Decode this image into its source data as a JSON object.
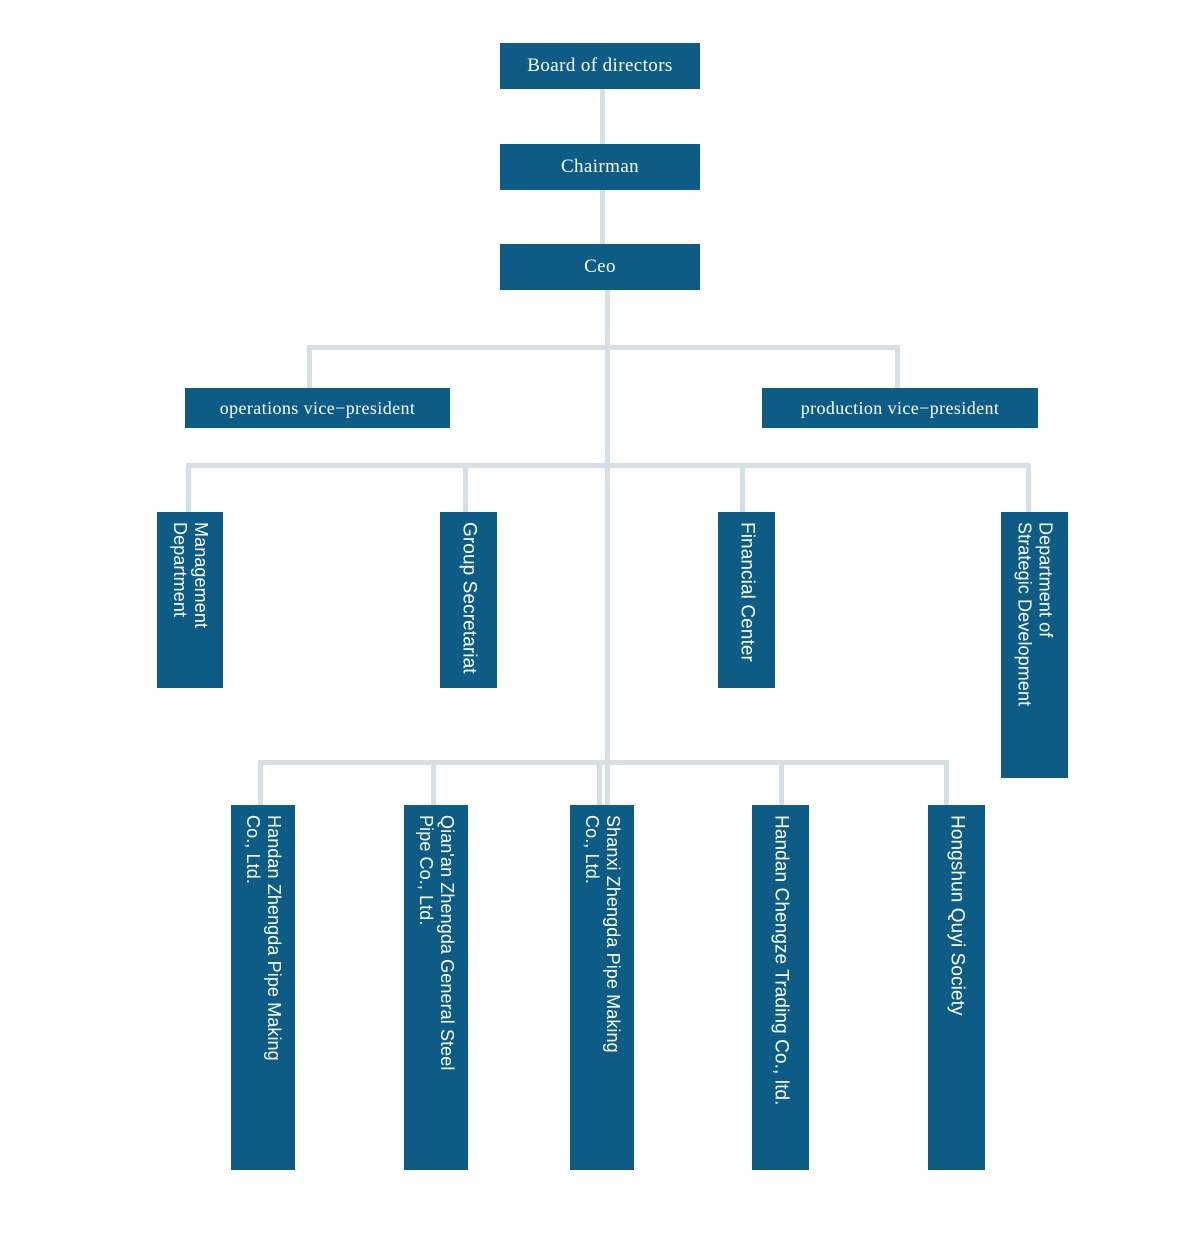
{
  "chart_data": {
    "type": "diagram",
    "title": "Corporate Organizational Structure Chart",
    "diagram_kind": "organization-chart",
    "orientation": "top-down",
    "colors": {
      "node_fill": "#0d5c86",
      "node_text": "#ffffff",
      "connector": "#d6dfe3",
      "background": "#ffffff"
    },
    "levels": [
      {
        "level": 1,
        "nodes": [
          {
            "id": "board",
            "label": "Board of directors",
            "text_orientation": "horizontal"
          }
        ]
      },
      {
        "level": 2,
        "nodes": [
          {
            "id": "chairman",
            "label": "Chairman",
            "text_orientation": "horizontal"
          }
        ]
      },
      {
        "level": 3,
        "nodes": [
          {
            "id": "ceo",
            "label": "Ceo",
            "text_orientation": "horizontal"
          }
        ]
      },
      {
        "level": 4,
        "nodes": [
          {
            "id": "ops_vp",
            "label": "operations vice−president",
            "text_orientation": "horizontal"
          },
          {
            "id": "prod_vp",
            "label": "production vice−president",
            "text_orientation": "horizontal"
          }
        ]
      },
      {
        "level": 5,
        "nodes": [
          {
            "id": "mgmt_dept",
            "label": "Management Department",
            "label_lines": [
              "Management",
              "Department"
            ],
            "text_orientation": "vertical"
          },
          {
            "id": "group_sec",
            "label": "Group Secretariat",
            "label_lines": [
              "Group Secretariat"
            ],
            "text_orientation": "vertical"
          },
          {
            "id": "fin_center",
            "label": "Financial Center",
            "label_lines": [
              "Financial Center"
            ],
            "text_orientation": "vertical"
          },
          {
            "id": "strat_dev",
            "label": "Department of Strategic Development",
            "label_lines": [
              "Department of",
              "Strategic Development"
            ],
            "text_orientation": "vertical"
          }
        ]
      },
      {
        "level": 6,
        "nodes": [
          {
            "id": "sub1",
            "label": "Handan Zhengda Pipe Making Co., Ltd.",
            "label_lines": [
              "Handan Zhengda Pipe Making",
              "Co., Ltd."
            ],
            "text_orientation": "vertical"
          },
          {
            "id": "sub2",
            "label": "Qian'an Zhengda General Steel Pipe Co., Ltd.",
            "label_lines": [
              "Qian'an Zhengda General Steel",
              "Pipe Co., Ltd."
            ],
            "text_orientation": "vertical"
          },
          {
            "id": "sub3",
            "label": "Shanxi Zhengda Pipe Making Co., Ltd.",
            "label_lines": [
              "Shanxi Zhengda Pipe Making",
              "Co., Ltd."
            ],
            "text_orientation": "vertical"
          },
          {
            "id": "sub4",
            "label": "Handan Chengze Trading Co., ltd.",
            "label_lines": [
              "Handan Chengze Trading Co., ltd."
            ],
            "text_orientation": "vertical"
          },
          {
            "id": "sub5",
            "label": "Hongshun Quyi Society",
            "label_lines": [
              "Hongshun Quyi Society"
            ],
            "text_orientation": "vertical"
          }
        ]
      }
    ],
    "edges": [
      {
        "from": "board",
        "to": "chairman"
      },
      {
        "from": "chairman",
        "to": "ceo"
      },
      {
        "from": "ceo",
        "to": "ops_vp"
      },
      {
        "from": "ceo",
        "to": "prod_vp"
      },
      {
        "from": "ceo",
        "to": "mgmt_dept"
      },
      {
        "from": "ceo",
        "to": "group_sec"
      },
      {
        "from": "ceo",
        "to": "fin_center"
      },
      {
        "from": "ceo",
        "to": "strat_dev"
      },
      {
        "from": "ceo",
        "to": "sub1"
      },
      {
        "from": "ceo",
        "to": "sub2"
      },
      {
        "from": "ceo",
        "to": "sub3"
      },
      {
        "from": "ceo",
        "to": "sub4"
      },
      {
        "from": "ceo",
        "to": "sub5"
      }
    ]
  },
  "nodes": {
    "board": "Board of directors",
    "chairman": "Chairman",
    "ceo": "Ceo",
    "ops_vp": "operations vice−president",
    "prod_vp": "production vice−president",
    "mgmt_dept": "Management\nDepartment",
    "group_sec": "Group Secretariat",
    "fin_center": "Financial Center",
    "strat_dev": "Department of\nStrategic Development",
    "sub1": "Handan Zhengda Pipe Making\nCo., Ltd.",
    "sub2": "Qian'an Zhengda General Steel\nPipe Co., Ltd.",
    "sub3": "Shanxi Zhengda Pipe Making\nCo., Ltd.",
    "sub4": "Handan Chengze Trading Co., ltd.",
    "sub5": "Hongshun Quyi Society"
  }
}
